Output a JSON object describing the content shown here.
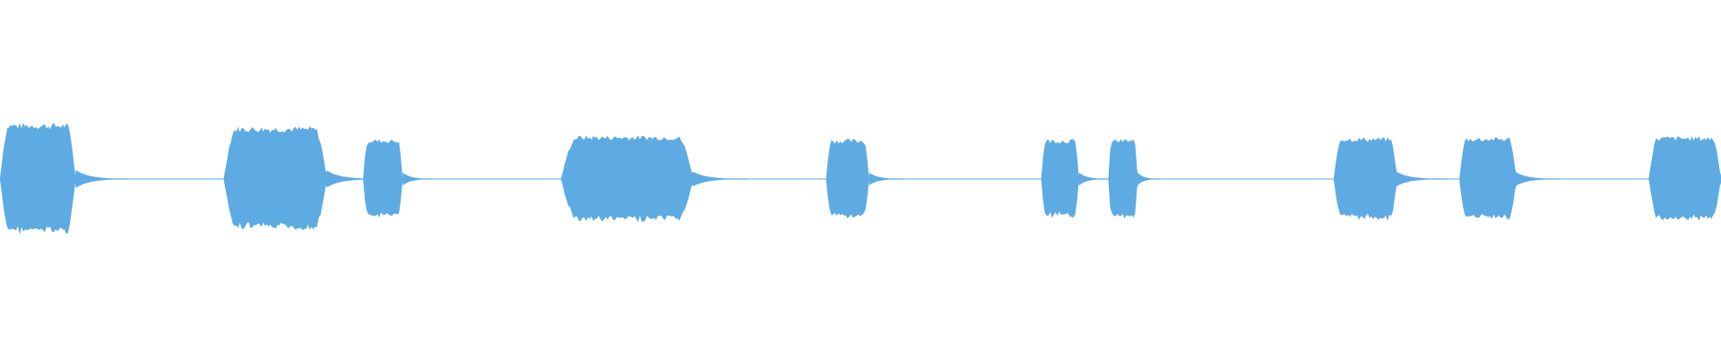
{
  "waveform": {
    "color": "#5dabe2",
    "background": "#ffffff",
    "bursts": [
      {
        "start": 0.0,
        "end": 0.044,
        "amplitude": 0.63
      },
      {
        "start": 0.13,
        "end": 0.19,
        "amplitude": 0.59
      },
      {
        "start": 0.211,
        "end": 0.234,
        "amplitude": 0.45
      },
      {
        "start": 0.326,
        "end": 0.403,
        "amplitude": 0.49
      },
      {
        "start": 0.48,
        "end": 0.505,
        "amplitude": 0.45
      },
      {
        "start": 0.605,
        "end": 0.627,
        "amplitude": 0.45
      },
      {
        "start": 0.644,
        "end": 0.661,
        "amplitude": 0.45
      },
      {
        "start": 0.775,
        "end": 0.812,
        "amplitude": 0.47
      },
      {
        "start": 0.848,
        "end": 0.881,
        "amplitude": 0.47
      },
      {
        "start": 0.958,
        "end": 1.0,
        "amplitude": 0.48
      }
    ]
  }
}
